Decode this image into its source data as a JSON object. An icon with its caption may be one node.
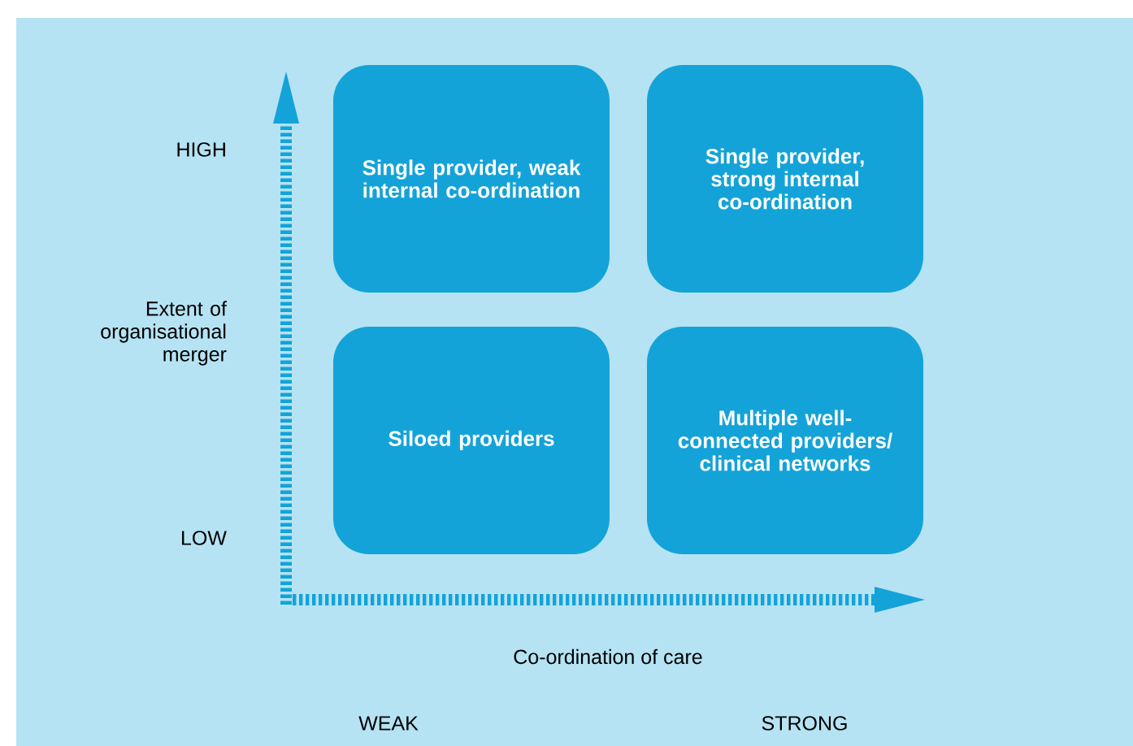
{
  "diagram": {
    "nodes": [
      {
        "text": [
          "Single provider, weak internal co-ordination"
        ]
      },
      {
        "text": [
          "Single provider, strong internal co-ordination"
        ]
      },
      {
        "text": [
          "Siloed providers"
        ]
      },
      {
        "text": [
          "Multiple well-connected providers/ clinical networks"
        ]
      }
    ],
    "labels": [
      "HIGH",
      "Extent of organisational merger",
      "LOW",
      "Co-ordination of care",
      "WEAK",
      "STRONG"
    ]
  }
}
